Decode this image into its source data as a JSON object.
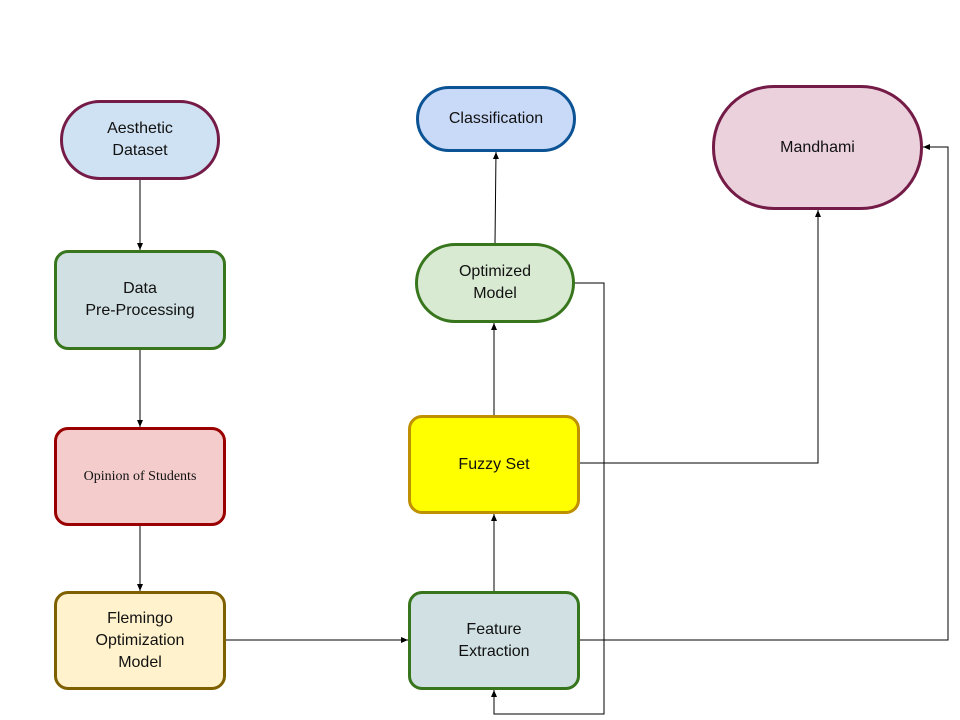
{
  "diagram": {
    "nodes": {
      "aesthetic": {
        "label": "Aesthetic\nDataset",
        "fill": "#cfe2f3",
        "border": "#741b47"
      },
      "preproc": {
        "label": "Data\nPre-Processing",
        "fill": "#d0e0e3",
        "border": "#38761d"
      },
      "opinion": {
        "label": "Opinion of Students",
        "fill": "#f4cccc",
        "border": "#990000"
      },
      "flemingo": {
        "label": "Flemingo\nOptimization\nModel",
        "fill": "#fff2cc",
        "border": "#7f6000"
      },
      "classify": {
        "label": "Classification",
        "fill": "#c9daf8",
        "border": "#0b5394"
      },
      "optimized": {
        "label": "Optimized\nModel",
        "fill": "#d9ead3",
        "border": "#38761d"
      },
      "fuzzy": {
        "label": "Fuzzy Set",
        "fill": "#ffff00",
        "border": "#bf9000"
      },
      "feature": {
        "label": "Feature\nExtraction",
        "fill": "#d0e0e3",
        "border": "#38761d"
      },
      "mandhami": {
        "label": "Mandhami",
        "fill": "#ead1dc",
        "border": "#741b47"
      }
    },
    "edges": [
      {
        "from": "aesthetic",
        "to": "preproc"
      },
      {
        "from": "preproc",
        "to": "opinion"
      },
      {
        "from": "opinion",
        "to": "flemingo"
      },
      {
        "from": "flemingo",
        "to": "feature"
      },
      {
        "from": "feature",
        "to": "fuzzy"
      },
      {
        "from": "fuzzy",
        "to": "optimized"
      },
      {
        "from": "optimized",
        "to": "classify"
      },
      {
        "from": "fuzzy",
        "to": "mandhami"
      },
      {
        "from": "feature",
        "to": "mandhami"
      },
      {
        "from": "optimized",
        "to": "feature"
      }
    ],
    "connector_color": "#000000"
  }
}
